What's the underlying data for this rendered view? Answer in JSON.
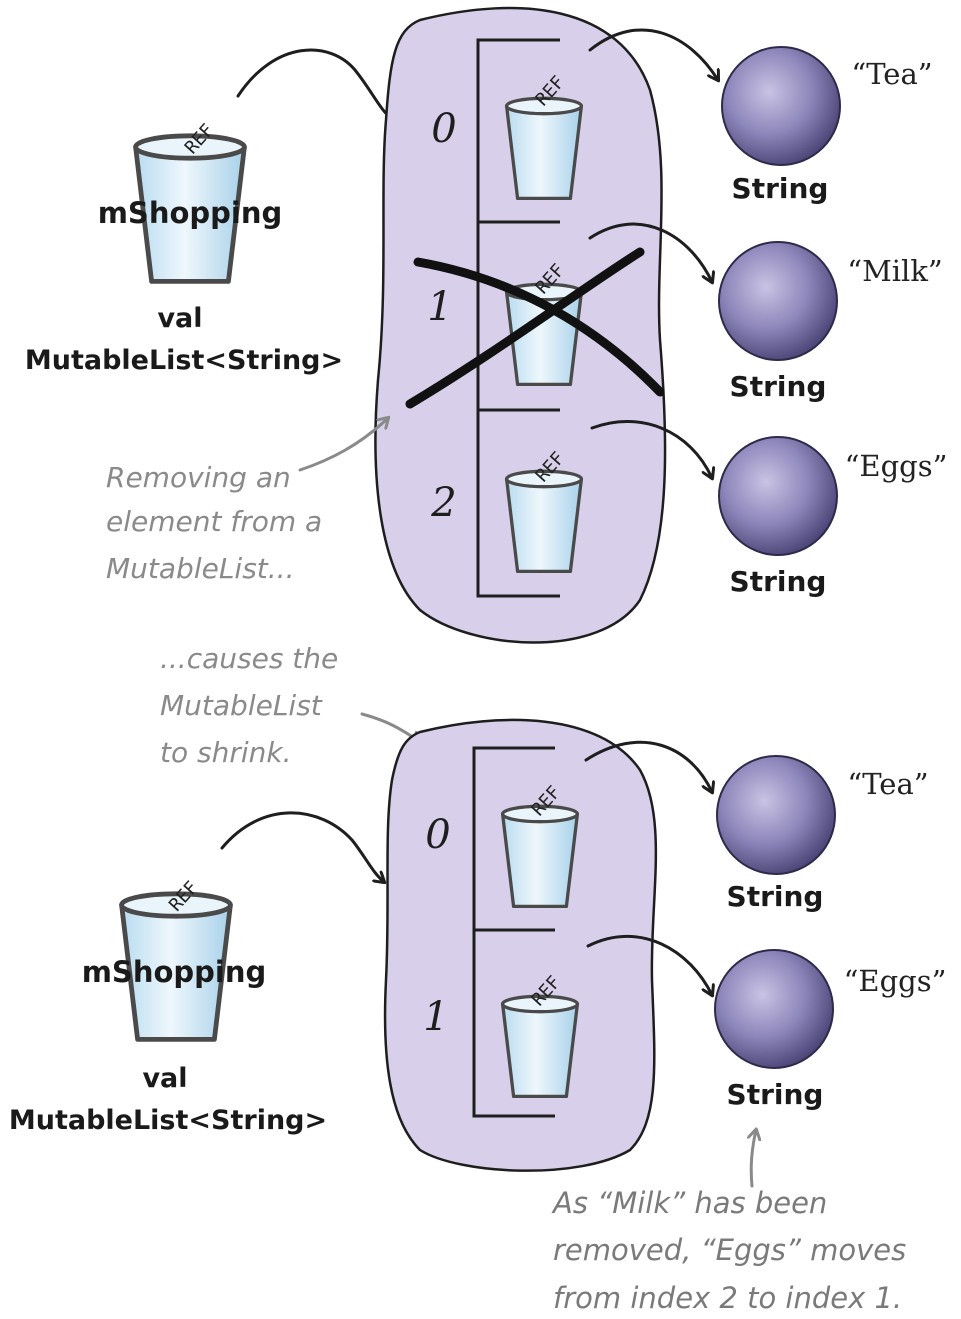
{
  "diagram": {
    "before": {
      "variable": {
        "name": "mShopping",
        "keyword": "val",
        "type": "MutableList<String>",
        "ref_label": "REF"
      },
      "slots": [
        {
          "index": "0",
          "ref_label": "REF"
        },
        {
          "index": "1",
          "ref_label": "REF",
          "crossed_out": true
        },
        {
          "index": "2",
          "ref_label": "REF"
        }
      ],
      "objects": [
        {
          "value": "“Tea”",
          "type": "String"
        },
        {
          "value": "“Milk”",
          "type": "String"
        },
        {
          "value": "“Eggs”",
          "type": "String"
        }
      ],
      "note": [
        "Removing an",
        "element from a",
        "MutableList..."
      ]
    },
    "middle_note": [
      "...causes the",
      "MutableList",
      "to shrink."
    ],
    "after": {
      "variable": {
        "name": "mShopping",
        "keyword": "val",
        "type": "MutableList<String>",
        "ref_label": "REF"
      },
      "slots": [
        {
          "index": "0",
          "ref_label": "REF"
        },
        {
          "index": "1",
          "ref_label": "REF"
        }
      ],
      "objects": [
        {
          "value": "“Tea”",
          "type": "String"
        },
        {
          "value": "“Eggs”",
          "type": "String"
        }
      ],
      "note": [
        "As “Milk” has been",
        "removed, “Eggs” moves",
        "from index 2 to index 1."
      ]
    },
    "colors": {
      "list_fill": "#d8d0ea",
      "object_fill": "#7e76ab",
      "cup_fill": "#cfe6f3",
      "cross": "#111111",
      "note_text": "#8a8a8a"
    },
    "icons": [
      "cup-icon",
      "object-sphere-icon",
      "arrow-icon",
      "cross-out-mark"
    ]
  }
}
